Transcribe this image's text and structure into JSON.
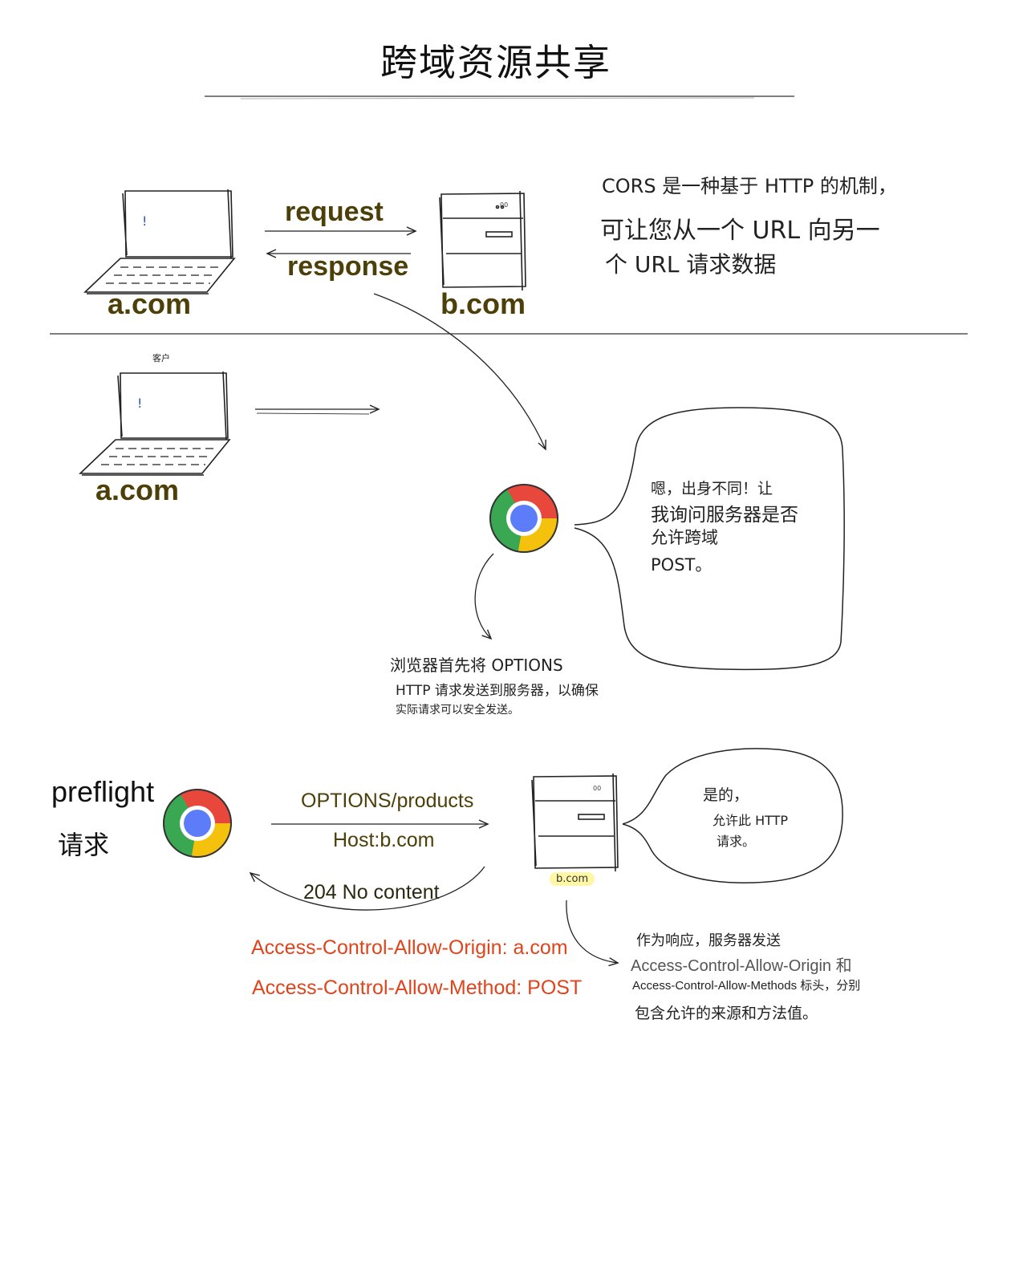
{
  "title": "跨域资源共享",
  "top": {
    "client_label": "a.com",
    "server_label": "b.com",
    "request_label": "request",
    "response_label": "response",
    "laptop_screen_mark": "!",
    "server_mark": "00",
    "description": [
      "CORS 是一种基于 HTTP 的机制，",
      "可让您从一个 URL 向另一",
      "个 URL 请求数据"
    ]
  },
  "middle": {
    "client_caption": "客户",
    "client_label": "a.com",
    "laptop_screen_mark": "!",
    "bubble_lines": [
      "嗯，出身不同！让",
      "我询问服务器是否",
      "允许跨域",
      "POST。"
    ],
    "options_note": [
      "浏览器首先将 OPTIONS",
      "HTTP 请求发送到服务器，以确保",
      "实际请求可以安全发送。"
    ]
  },
  "bottom": {
    "preflight_line1": "preflight",
    "preflight_line2": "请求",
    "options_path": "OPTIONS/products",
    "host": "Host:b.com",
    "response_status": "204 No content",
    "server_badge": "b.com",
    "server_mark": "00",
    "bubble_lines": [
      "是的，",
      "允许此 HTTP",
      "请求。"
    ],
    "headers": [
      "Access-Control-Allow-Origin: a.com",
      "Access-Control-Allow-Method: POST"
    ],
    "response_note": [
      "作为响应，服务器发送",
      "Access-Control-Allow-Origin 和",
      "Access-Control-Allow-Methods 标头，分别",
      "包含允许的来源和方法值。"
    ]
  },
  "colors": {
    "label_olive": "#4d3f08",
    "header_red": "#e0441c",
    "chrome_red": "#e8483c",
    "chrome_green": "#3aa853",
    "chrome_yellow": "#f4c20d",
    "chrome_blue": "#5c7cfa",
    "badge_yellow": "#fff6a6"
  }
}
